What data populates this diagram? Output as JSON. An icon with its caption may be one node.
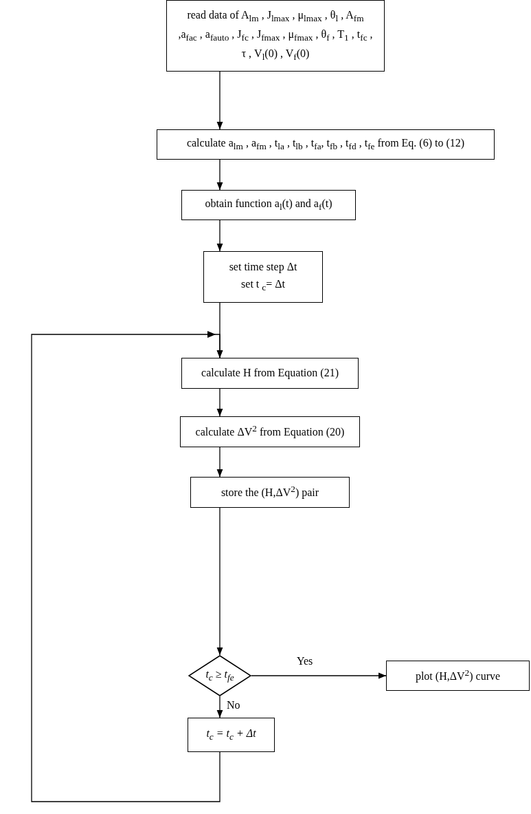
{
  "diagram": {
    "nodes": [
      {
        "text": [
          "read data of A$_{lm}$ , J$_{lmax}$ , μ$_{lmax}$ , θ$_{l}$ , A$_{fm}$ ,a$_{fac}$ , a$_{fauto}$ , J$_{fc}$ , J$_{fmax}$ , μ$_{fmax}$ , θ$_{f}$ , T$_{1}$ , t$_{fc}$ , τ , V$_{l}$(0) , V$_{f}$(0)"
        ]
      },
      {
        "text": [
          "calculate a$_{lm}$ , a$_{fm}$ , t$_{la}$ , t$_{lb}$ , t$_{fa}$, t$_{fb}$ , t$_{fd}$ , t$_{fe}$ from Eq. (6) to (12)"
        ]
      },
      {
        "text": [
          "obtain function a$_{l}$(t) and a$_{f}$(t)"
        ]
      },
      {
        "text": [
          "set time step Δt",
          "set t $_{c}$= Δt"
        ]
      },
      {
        "text": [
          "calculate H from Equation (21)"
        ]
      },
      {
        "text": [
          "calculate ΔV$^{2}$ from Equation (20)"
        ]
      },
      {
        "text": [
          "store the (H,ΔV$^{2}$) pair"
        ]
      },
      {
        "text": [
          "t$_{c}$ ≥ t$_{fe}$"
        ]
      },
      {
        "text": [
          "plot (H,ΔV$^{2}$) curve"
        ]
      },
      {
        "text": [
          "t$_{c}$ = t$_{c}$ + Δt"
        ]
      }
    ],
    "edges": [
      {
        "from": 0,
        "to": 1,
        "arrow": "to"
      },
      {
        "from": 1,
        "to": 2,
        "arrow": "to"
      },
      {
        "from": 2,
        "to": 3,
        "arrow": "to"
      },
      {
        "from": 3,
        "to": 4,
        "arrow": "to"
      },
      {
        "from": 4,
        "to": 5,
        "arrow": "to"
      },
      {
        "from": 5,
        "to": 6,
        "arrow": "to"
      },
      {
        "from": 6,
        "to": 7,
        "arrow": "to"
      },
      {
        "from": 7,
        "to": 8,
        "arrow": "to",
        "label": "Yes"
      },
      {
        "from": 7,
        "to": 9,
        "arrow": "to",
        "label": "No"
      },
      {
        "from": 9,
        "to": 4,
        "arrow": "to"
      }
    ]
  }
}
